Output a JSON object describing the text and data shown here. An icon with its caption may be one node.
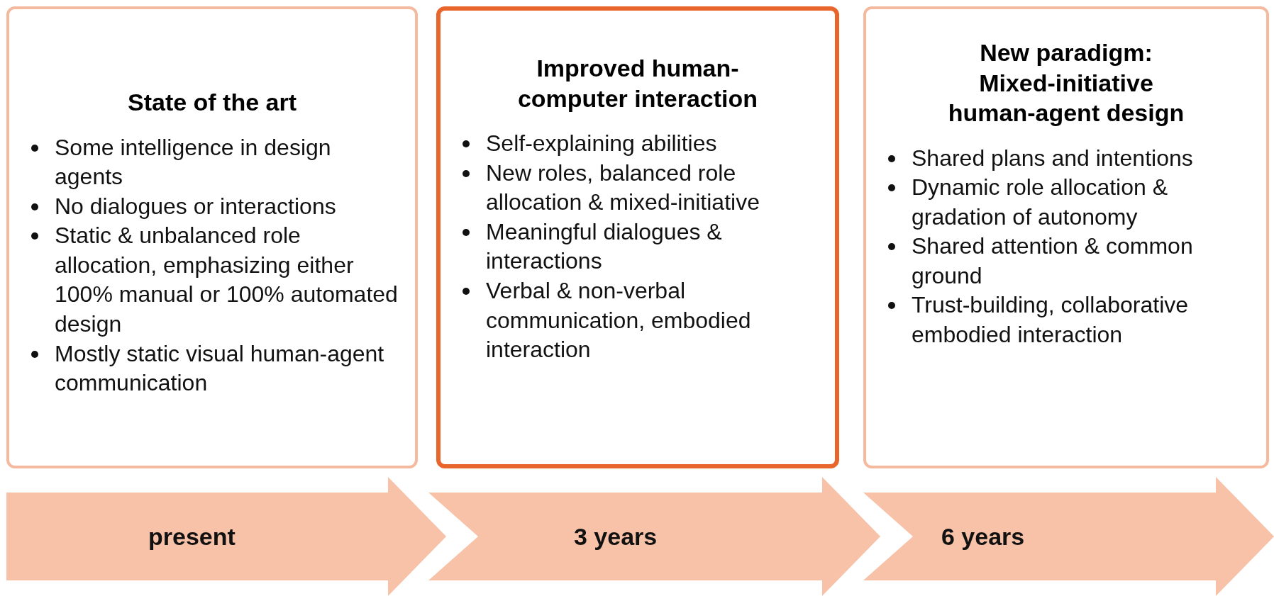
{
  "diagram": {
    "nodes": [
      {
        "text": [
          "State of the art",
          "Some intelligence in design agents",
          "No dialogues or interactions",
          "Static & unbalanced role allocation, emphasizing either 100% manual or 100% automated design",
          "Mostly static visual human-agent communication"
        ]
      },
      {
        "text": [
          "Improved human-computer interaction",
          "Self-explaining abilities",
          "New roles, balanced role allocation & mixed-initiative",
          "Meaningful dialogues & interactions",
          "Verbal & non-verbal communication, embodied interaction"
        ]
      },
      {
        "text": [
          "New paradigm: Mixed-initiative human-agent design",
          "Shared plans and intentions",
          "Dynamic role allocation & gradation of autonomy",
          "Shared attention & common ground",
          "Trust-building, collaborative embodied interaction"
        ]
      },
      {
        "text": [
          "present"
        ]
      },
      {
        "text": [
          "3 years"
        ]
      },
      {
        "text": [
          "6 years"
        ]
      }
    ],
    "edges": []
  }
}
